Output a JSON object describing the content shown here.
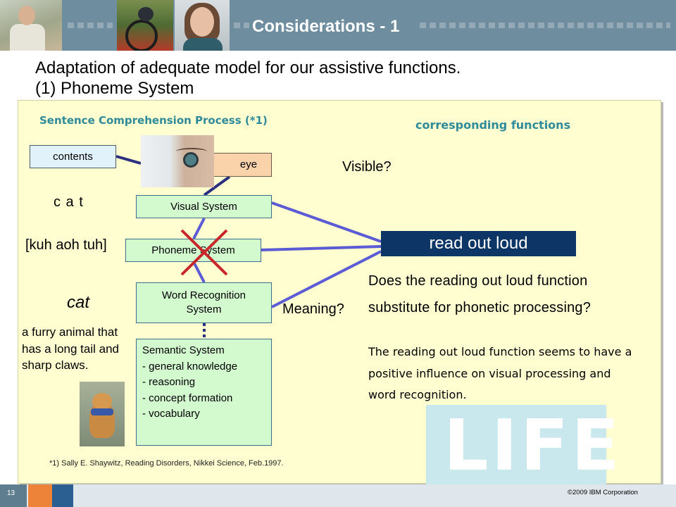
{
  "slide": {
    "title": "Considerations - 1",
    "subtitle_line1": "Adaptation of adequate model for our assistive functions.",
    "subtitle_line2": "(1) Phoneme System"
  },
  "diagram": {
    "process_title": "Sentence Comprehension Process (*1)",
    "functions_title": "corresponding functions",
    "boxes": {
      "contents": "contents",
      "eye": "eye",
      "visual": "Visual System",
      "phoneme": "Phoneme System",
      "word_line1": "Word Recognition",
      "word_line2": "System",
      "semantic": [
        "Semantic System",
        "- general knowledge",
        "- reasoning",
        "- concept formation",
        "- vocabulary"
      ]
    },
    "labels": {
      "cat_spaced": "c a t",
      "pronunciation": "[kuh aoh tuh]",
      "cat": "cat",
      "definition": "a furry animal that has a long tail and sharp claws.",
      "visible": "Visible?",
      "meaning": "Meaning?"
    },
    "read_button": "read out loud",
    "question": "Does the reading out loud function substitute for phonetic processing?",
    "answer": "The reading out loud function seems to have a positive influence on visual processing  and word recognition.",
    "footnote": "*1) Sally E. Shaywitz, Reading Disorders, Nikkei Science, Feb.1997.",
    "life_text": "LIFE"
  },
  "footer": {
    "page_number": "13",
    "copyright": "©2009 IBM Corporation"
  },
  "colors": {
    "header_bg": "#6e8ea0",
    "panel_bg": "#fffed0",
    "box_green": "#d3f9cf",
    "box_orange": "#fbd3aa",
    "box_blue": "#e2f2fa",
    "accent_teal": "#2f8a9a",
    "button_navy": "#0d3565",
    "connector": "#5b5bd6",
    "cross_red": "#c8262a"
  }
}
